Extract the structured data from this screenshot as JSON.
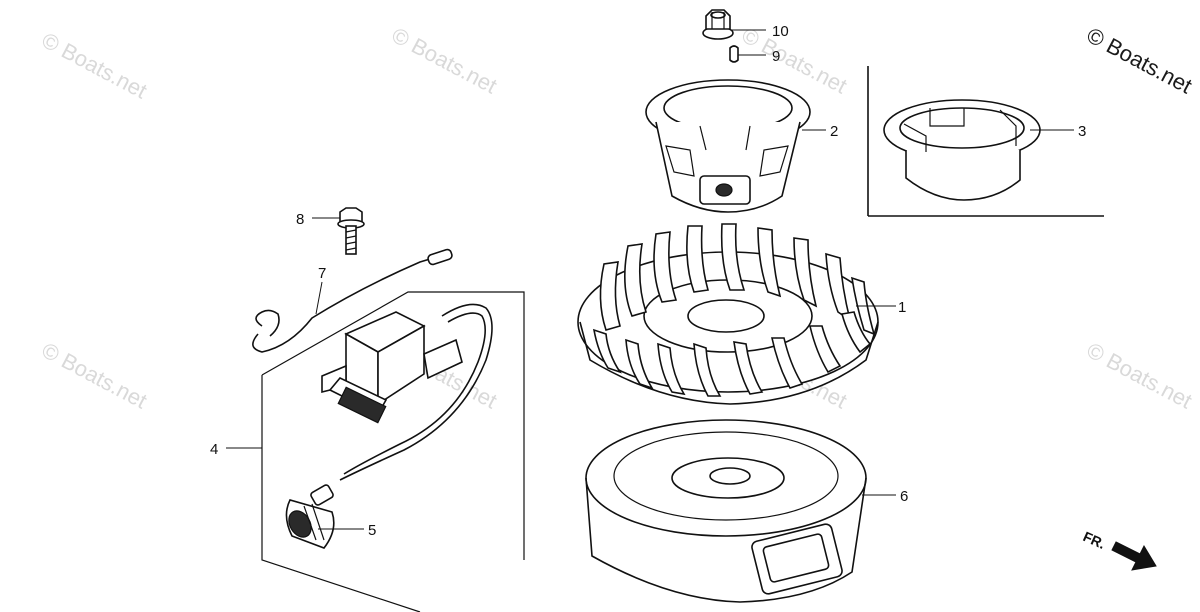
{
  "watermark": {
    "text": "© Boats.net",
    "corner_text": "© Boats.net"
  },
  "callouts": {
    "c1": "1",
    "c2": "2",
    "c3": "3",
    "c4": "4",
    "c5": "5",
    "c6": "6",
    "c7": "7",
    "c8": "8",
    "c9": "9",
    "c10": "10"
  },
  "direction": {
    "label": "FR."
  }
}
